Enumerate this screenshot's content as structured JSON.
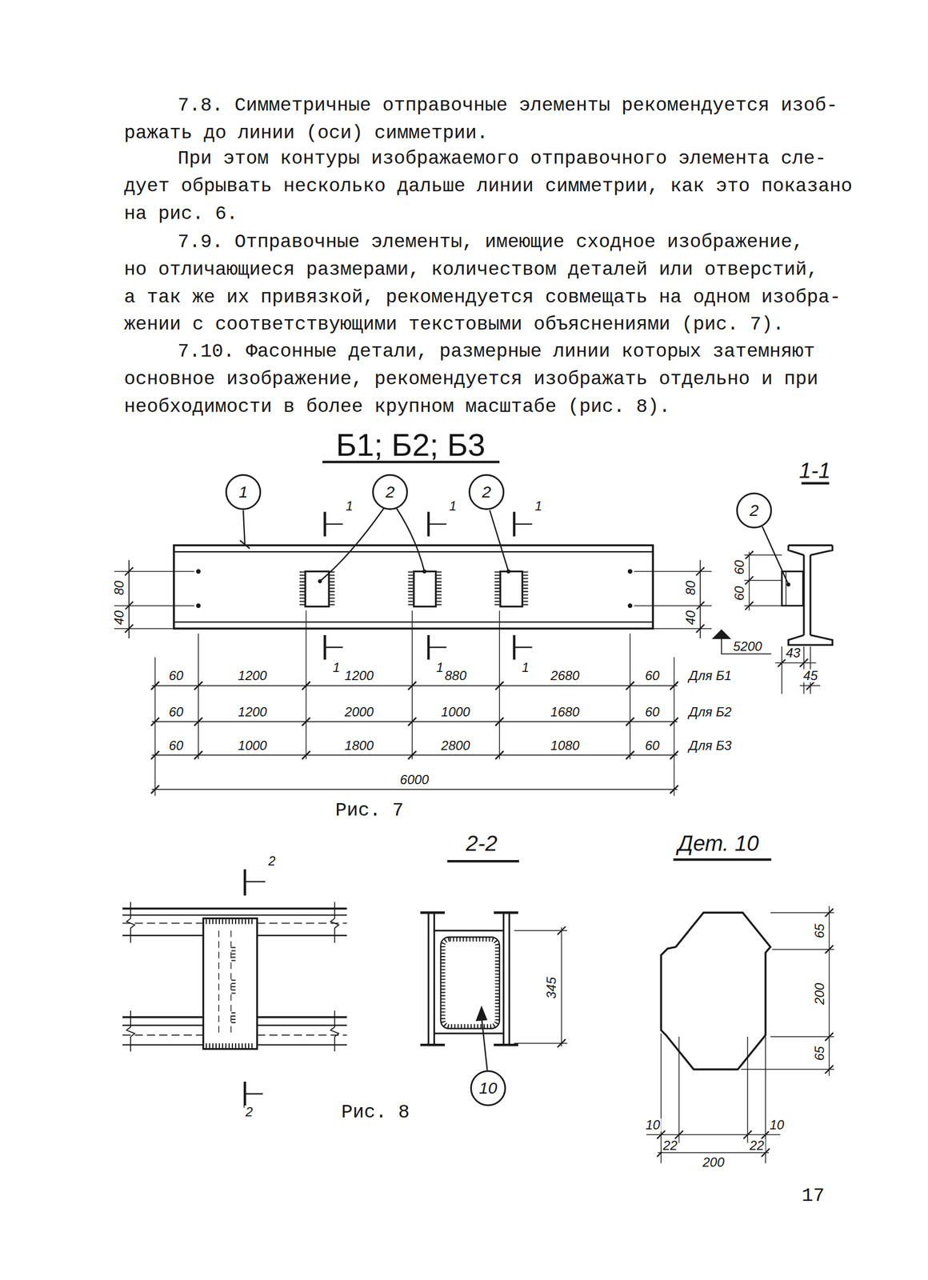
{
  "diagram": {
    "nodes": [
      {
        "text": [
          "1"
        ]
      },
      {
        "text": [
          "2"
        ]
      },
      {
        "text": [
          "2"
        ]
      },
      {
        "text": [
          "2"
        ]
      },
      {
        "text": [
          "10"
        ]
      }
    ],
    "labels": [
      "7.8. Симметричные отправочные элементы рекомендуется изоб- ражать до линии (оси) симметрии.",
      "При этом контуры изображаемого отправочного элемента сле- дует обрывать несколько дальше линии симметрии, как это показано на рис. 6.",
      "7.9. Отправочные элементы, имеющие сходное изображение, но отличающиеся размерами, количеством деталей или отверстий, а так же их привязкой, рекомендуется совмещать на одном изобра- жении с соответствующими текстовыми объяснениями (рис. 7).",
      "7.10. Фасонные детали, размерные линии которых затемняют основное изображение, рекомендуется изображать отдельно и при необходимости в более крупном масштабе (рис. 8).",
      "Б1; Б2; Б3",
      "1-1",
      "1",
      "1",
      "1",
      "1",
      "1",
      "1",
      "40",
      "80",
      "40",
      "80",
      "60",
      "60",
      "5200",
      "43",
      "45",
      "60",
      "1200",
      "1200",
      "880",
      "2680",
      "60",
      "Для Б1",
      "60",
      "1200",
      "2000",
      "1000",
      "1680",
      "60",
      "Для Б2",
      "60",
      "1000",
      "1800",
      "2800",
      "1080",
      "60",
      "Для Б3",
      "6000",
      "Рис. 7",
      "2",
      "2",
      "2-2",
      "345",
      "Дет. 10",
      "65",
      "200",
      "65",
      "10",
      "22",
      "22",
      "10",
      "200",
      "Рис. 8",
      "17"
    ]
  }
}
